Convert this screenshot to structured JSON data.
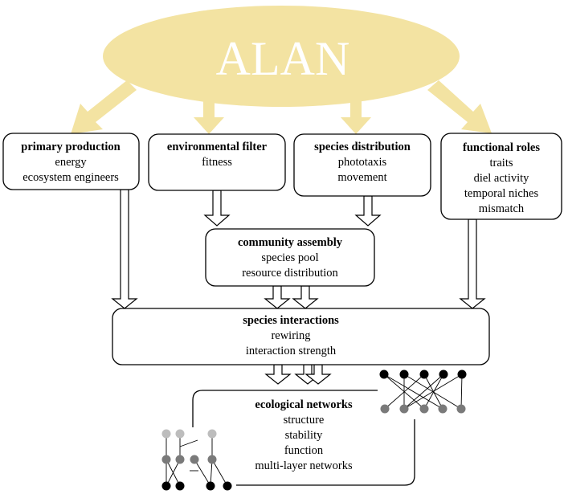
{
  "banner": {
    "text": "ALAN",
    "color": "#f3e3a2"
  },
  "boxes": {
    "primary_production": {
      "title": "primary production",
      "lines": [
        "energy",
        "ecosystem engineers"
      ]
    },
    "environmental_filter": {
      "title": "environmental filter",
      "lines": [
        "fitness"
      ]
    },
    "species_distribution": {
      "title": "species distribution",
      "lines": [
        "phototaxis",
        "movement"
      ]
    },
    "functional_roles": {
      "title": "functional roles",
      "lines": [
        "traits",
        "diel activity",
        "temporal niches",
        "mismatch"
      ]
    },
    "community_assembly": {
      "title": "community assembly",
      "lines": [
        "species pool",
        "resource distribution"
      ]
    },
    "species_interactions": {
      "title": "species interactions",
      "lines": [
        "rewiring",
        "interaction strength"
      ]
    },
    "ecological_networks": {
      "title": "ecological networks",
      "lines": [
        "structure",
        "stability",
        "function",
        "multi-layer networks"
      ]
    }
  },
  "colors": {
    "node_black": "#000000",
    "node_grey": "#7a7a7a",
    "node_light": "#bdbdbd",
    "stroke": "#000000"
  }
}
